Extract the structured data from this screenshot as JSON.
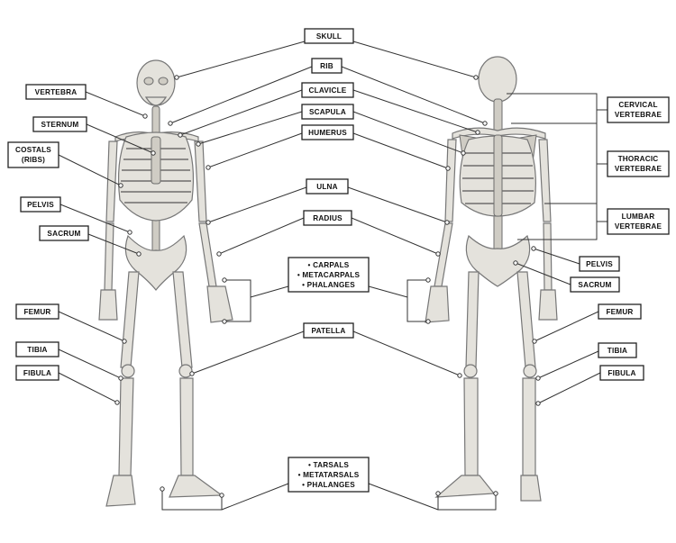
{
  "labels": {
    "skull": "SKULL",
    "rib": "RIB",
    "clavicle": "CLAVICLE",
    "scapula": "SCAPULA",
    "humerus": "HUMERUS",
    "ulna": "ULNA",
    "radius": "RADIUS",
    "hand_1": "• CARPALS",
    "hand_2": "• METACARPALS",
    "hand_3": "• PHALANGES",
    "patella": "PATELLA",
    "foot_1": "• TARSALS",
    "foot_2": "• METATARSALS",
    "foot_3": "• PHALANGES",
    "vertebra": "VERTEBRA",
    "sternum": "STERNUM",
    "costals_1": "COSTALS",
    "costals_2": "(RIBS)",
    "pelvis_left": "PELVIS",
    "sacrum_left": "SACRUM",
    "femur_left": "FEMUR",
    "tibia_left": "TIBIA",
    "fibula_left": "FIBULA",
    "cervical_1": "CERVICAL",
    "cervical_2": "VERTEBRAE",
    "thoracic_1": "THORACIC",
    "thoracic_2": "VERTEBRAE",
    "lumbar_1": "LUMBAR",
    "lumbar_2": "VERTEBRAE",
    "pelvis_right": "PELVIS",
    "sacrum_right": "SACRUM",
    "femur_right": "FEMUR",
    "tibia_right": "TIBIA",
    "fibula_right": "FIBULA"
  },
  "colors": {
    "bone": "#e4e2dc",
    "outline": "#777777",
    "line": "#333333"
  }
}
